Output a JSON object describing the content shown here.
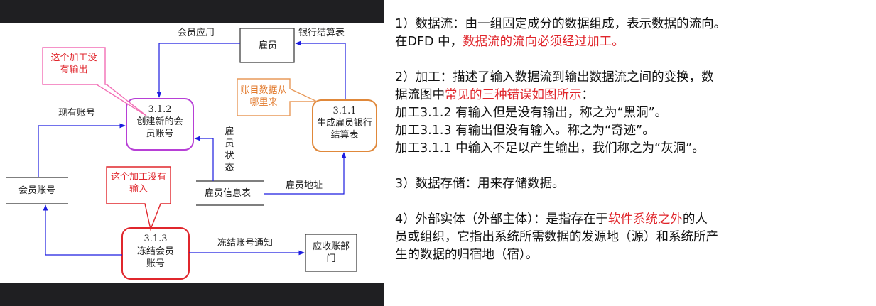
{
  "diagram": {
    "top_labels": {
      "member_app": "会员应用",
      "bank_stmt": "银行结算表"
    },
    "entities": {
      "employee": "雇员",
      "receivable": "应收账部门"
    },
    "stores": {
      "member_account": "会员账号",
      "employee_info": "雇员信息表"
    },
    "processes": {
      "p312": {
        "id": "3.1.2",
        "name": "创建新的会员账号"
      },
      "p311": {
        "id": "3.1.1",
        "name": "生成雇员银行结算表"
      },
      "p313": {
        "id": "3.1.3",
        "name": "冻结会员账号"
      }
    },
    "flows": {
      "existing_account": "现有账号",
      "employee_status": "雇员状态",
      "employee_address": "雇员地址",
      "freeze_notice": "冻结账号通知"
    },
    "callouts": {
      "no_output": "这个加工没有输出",
      "no_input": "这个加工没有输入",
      "where_from": "账目数据从哪里来"
    },
    "colors": {
      "arrow": "#1d1de0",
      "process_312": "#b73fd6",
      "process_311": "#e0883a",
      "process_313": "#e0262c",
      "callout_pink": "#f26fb5",
      "callout_red": "#e0262c",
      "callout_orange": "#e89a5a"
    }
  },
  "notes": {
    "p1_line1": "1）数据流：由一组固定成分的数据组成，表示数据的流向。",
    "p1_line2_a": "在DFD 中，",
    "p1_line2_b": "数据流的流向必须经过加工。",
    "p2_line1": "2）加工：描述了输入数据流到输出数据流之间的变换，数",
    "p2_line2_a": "据流图中",
    "p2_line2_b": "常见的三种错误如图所示",
    "p2_line2_c": "：",
    "p2_line3": "加工3.1.2 有输入但是没有输出，称之为“黑洞”。",
    "p2_line4": "加工3.1.3 有输出但没有输入。称之为“奇迹”。",
    "p2_line5": "加工3.1.1 中输入不足以产生输出，我们称之为“灰洞”。",
    "p3_line1": "3）数据存储：用来存储数据。",
    "p4_line1_a": "4）外部实体（外部主体）：是指存在于",
    "p4_line1_b": "软件系统之外",
    "p4_line1_c": "的人",
    "p4_line2": "员或组织，它指出系统所需数据的发源地（源）和系统所产",
    "p4_line3": "生的数据的归宿地（宿）。"
  }
}
